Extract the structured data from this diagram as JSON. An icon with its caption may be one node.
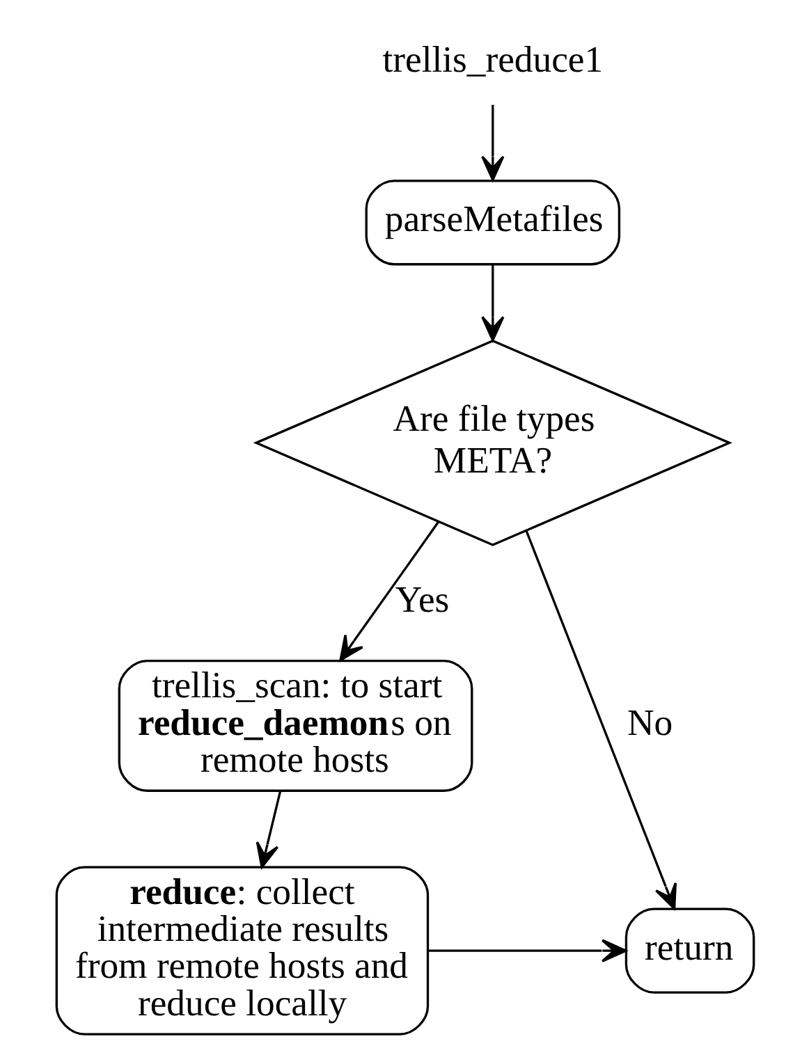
{
  "diagram": {
    "nodes": [
      {
        "text": [
          "trellis_reduce1"
        ]
      },
      {
        "text": [
          "parseMetafiles"
        ]
      },
      {
        "text": [
          "Are file types META?"
        ]
      },
      {
        "text": [
          "trellis_scan: to start **reduce_daemon**s on remote hosts"
        ]
      },
      {
        "text": [
          "**reduce**: collect intermediate results from remote hosts and reduce locally"
        ]
      },
      {
        "text": [
          "return"
        ]
      }
    ],
    "edges": [
      {
        "from": 0,
        "to": 1,
        "arrow": "to"
      },
      {
        "from": 1,
        "to": 2,
        "arrow": "to"
      },
      {
        "from": 2,
        "to": 3,
        "arrow": "to",
        "label": "Yes"
      },
      {
        "from": 2,
        "to": 5,
        "arrow": "to",
        "label": "No"
      },
      {
        "from": 3,
        "to": 4,
        "arrow": "to"
      },
      {
        "from": 4,
        "to": 5,
        "arrow": "to"
      }
    ]
  }
}
